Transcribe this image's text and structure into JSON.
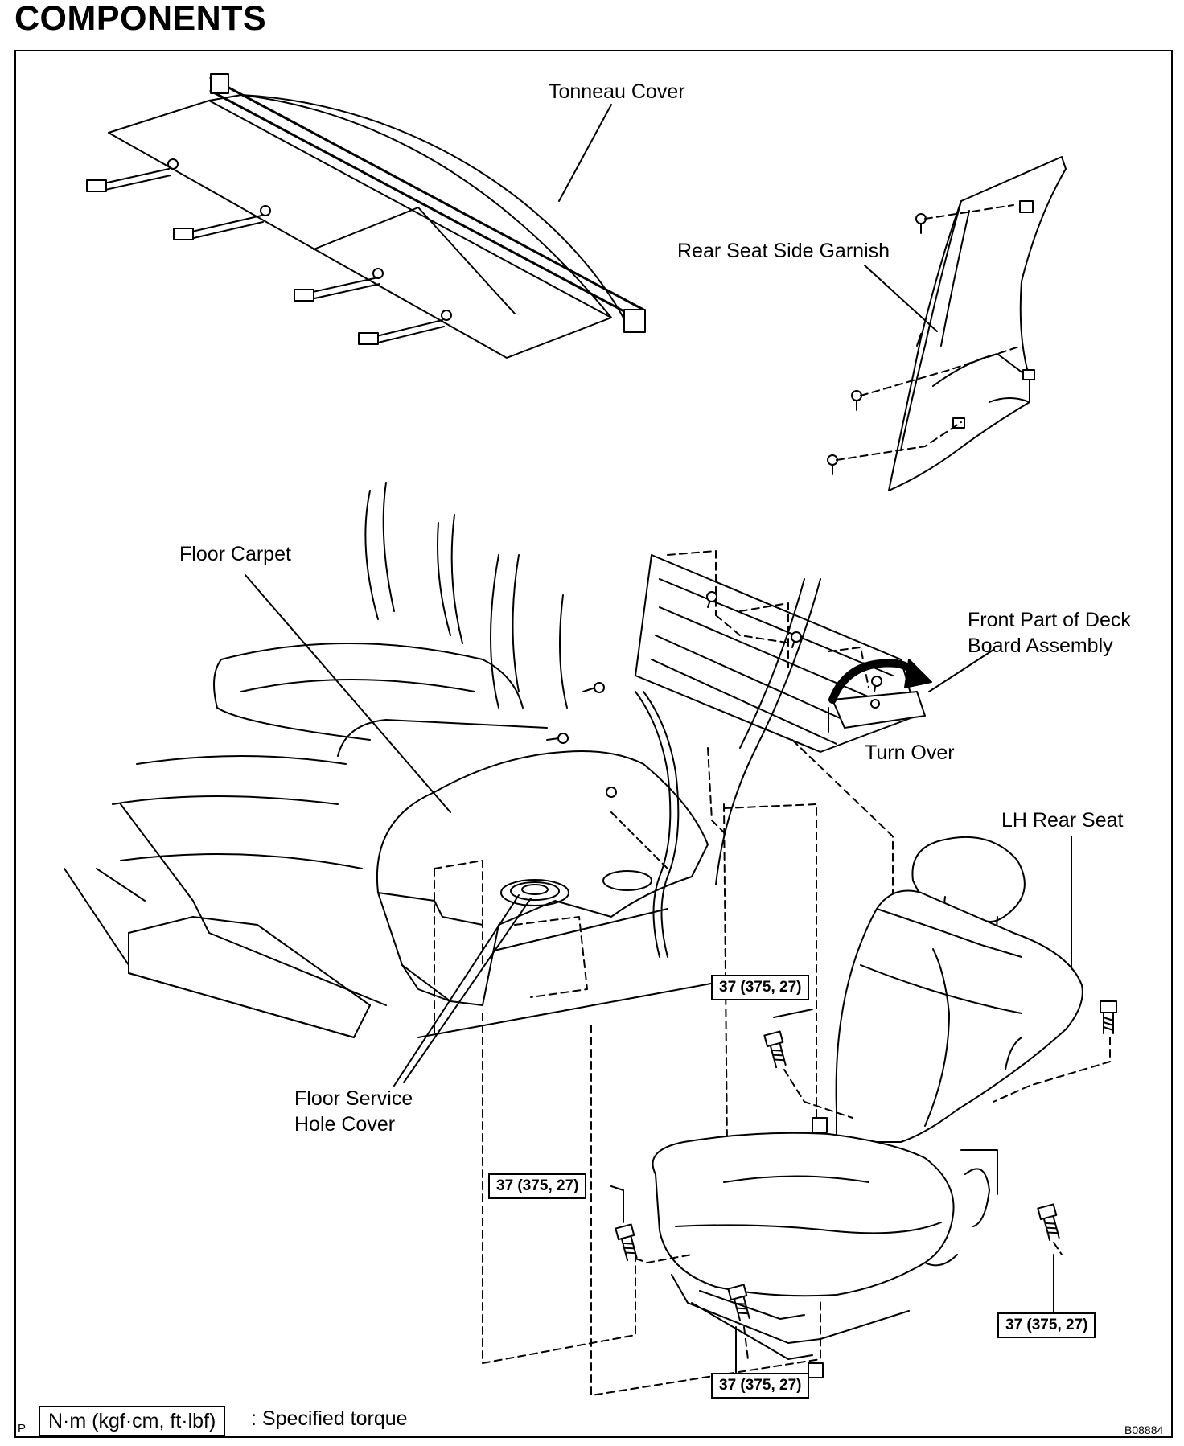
{
  "title": "COMPONENTS",
  "labels": {
    "tonneau_cover": "Tonneau Cover",
    "rear_seat_side_garnish": "Rear Seat Side Garnish",
    "floor_carpet": "Floor Carpet",
    "front_part_deck_board_1": "Front Part of Deck",
    "front_part_deck_board_2": "Board Assembly",
    "turn_over": "Turn Over",
    "lh_rear_seat": "LH Rear Seat",
    "floor_service_hole_cover_1": "Floor Service",
    "floor_service_hole_cover_2": "Hole Cover"
  },
  "torque": {
    "bolt_1": "37 (375, 27)",
    "bolt_2": "37 (375, 27)",
    "bolt_3": "37 (375, 27)",
    "bolt_4": "37 (375, 27)"
  },
  "legend": {
    "unit_box": "N·m (kgf·cm, ft·lbf)",
    "description": ": Specified torque"
  },
  "corner_mark": "P",
  "figure_code": "B08884"
}
